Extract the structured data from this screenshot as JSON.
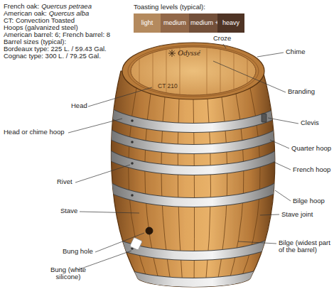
{
  "diagram": {
    "nodes": [
      {
        "text": [
          "light"
        ]
      },
      {
        "text": [
          "medium"
        ]
      },
      {
        "text": [
          "medium +"
        ]
      },
      {
        "text": [
          "heavy"
        ]
      }
    ],
    "labels": [
      "French oak:",
      "Quercus petraea",
      "American oak:",
      "Quercus alba",
      "CT: Convection Toasted",
      "Hoops (galvanized steel)",
      "American barrel: 6; French barrel: 8",
      "Barrel sizes (typical):",
      "Bordeaux type: 225 L. / 59.43 Gal.",
      "Cognac type: 300 L. / 79.25 Gal.",
      "Toasting levels (typical):",
      "Croze",
      "Chime",
      "Branding",
      "Odyssé",
      "CT 210",
      "Head",
      "Head or chime hoop",
      "Clevis",
      "Quarter hoop",
      "Rivet",
      "French hoop",
      "Bilge hoop",
      "Stave",
      "Stave joint",
      "Bung hole",
      "Bilge (widest part of the barrel)",
      "Bung (white silicone)"
    ]
  }
}
